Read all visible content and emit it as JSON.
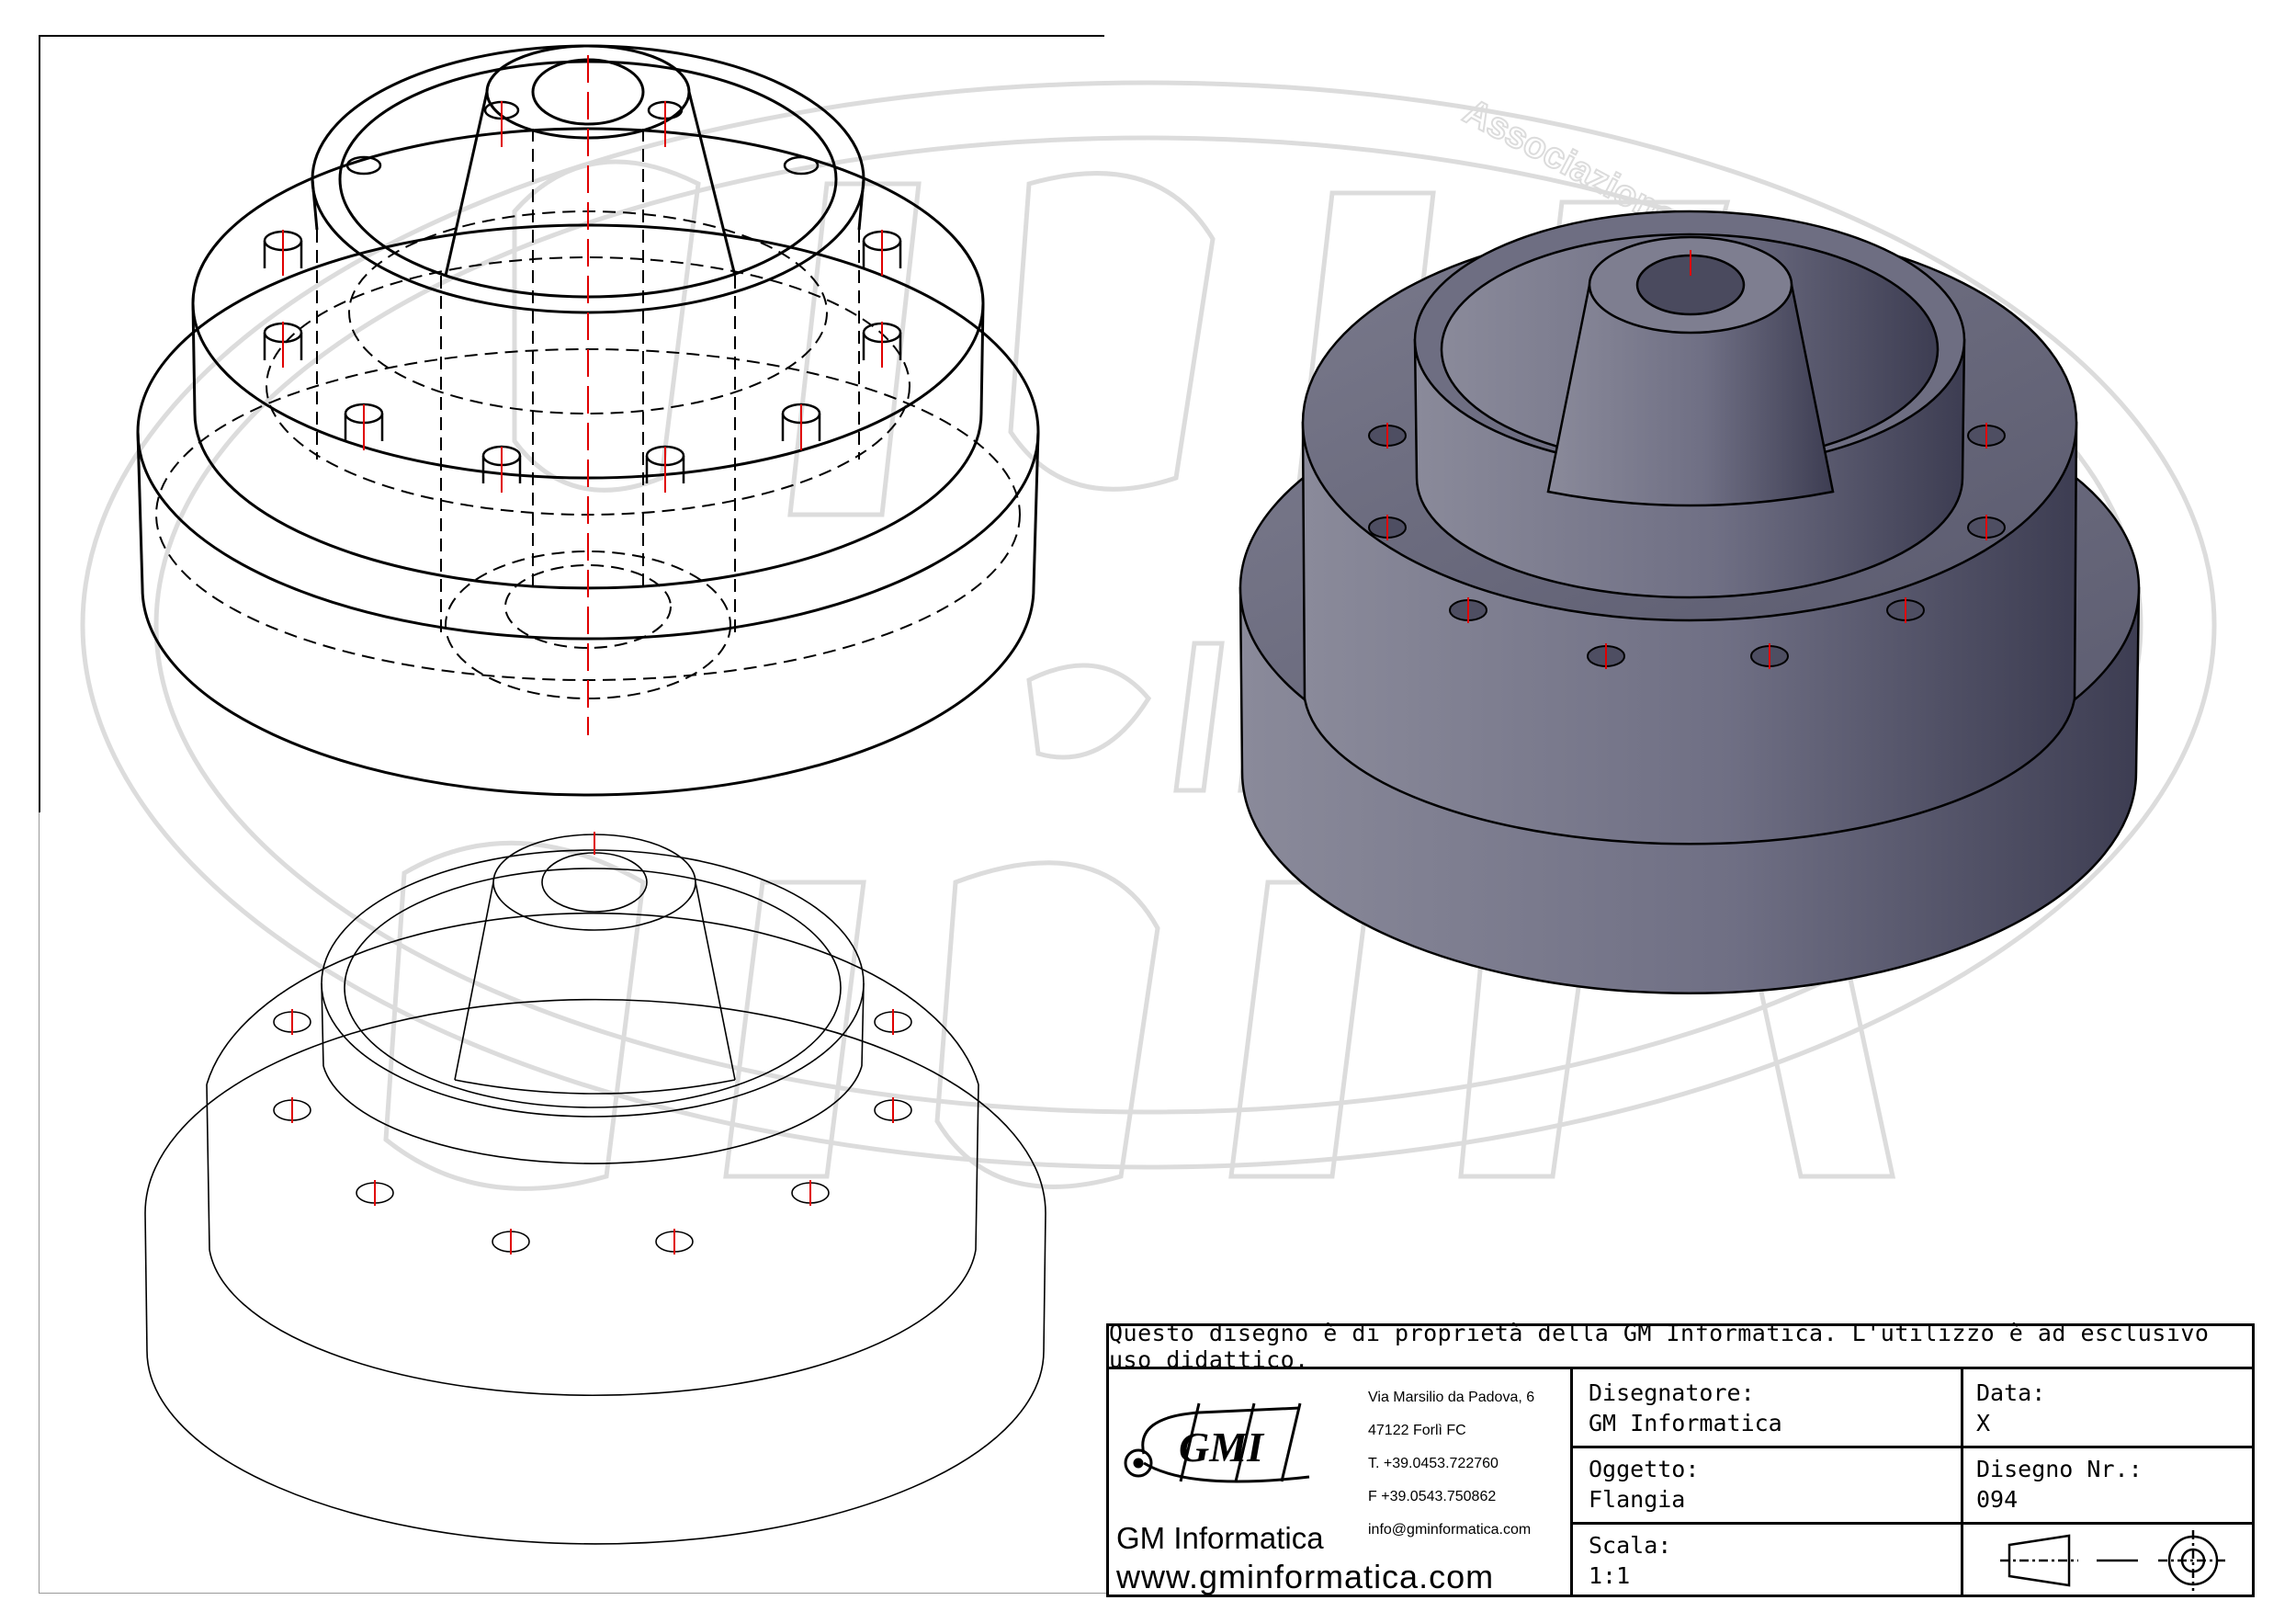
{
  "watermark": {
    "association": "Associazione Promozione Sociale"
  },
  "title_block": {
    "notice": "Questo disegno è di proprietà della GM Informatica. L'utilizzo è ad esclusivo uso didattico.",
    "logo_text": "GMI",
    "address_line1": "Via Marsilio da Padova, 6",
    "address_line2": "47122  Forlì  FC",
    "phone": "T. +39.0453.722760",
    "fax": "F +39.0543.750862",
    "email": "info@gminformatica.com",
    "company_name": "GM Informatica",
    "website": "www.gminformatica.com",
    "designer_label": "Disegnatore:",
    "designer_value": "GM  Informatica",
    "date_label": "Data:",
    "date_value": "X",
    "object_label": "Oggetto:",
    "object_value": "Flangia",
    "drawing_no_label": "Disegno  Nr.:",
    "drawing_no_value": "094",
    "scale_label": "Scala:",
    "scale_value": "1:1",
    "projection_symbol": "first-angle-projection-icon"
  },
  "colors": {
    "ink": "#000000",
    "axis": "#e00000",
    "shade_light": "#8a8a9a",
    "shade_dark": "#3d3d52",
    "watermark": "#dddddd"
  }
}
